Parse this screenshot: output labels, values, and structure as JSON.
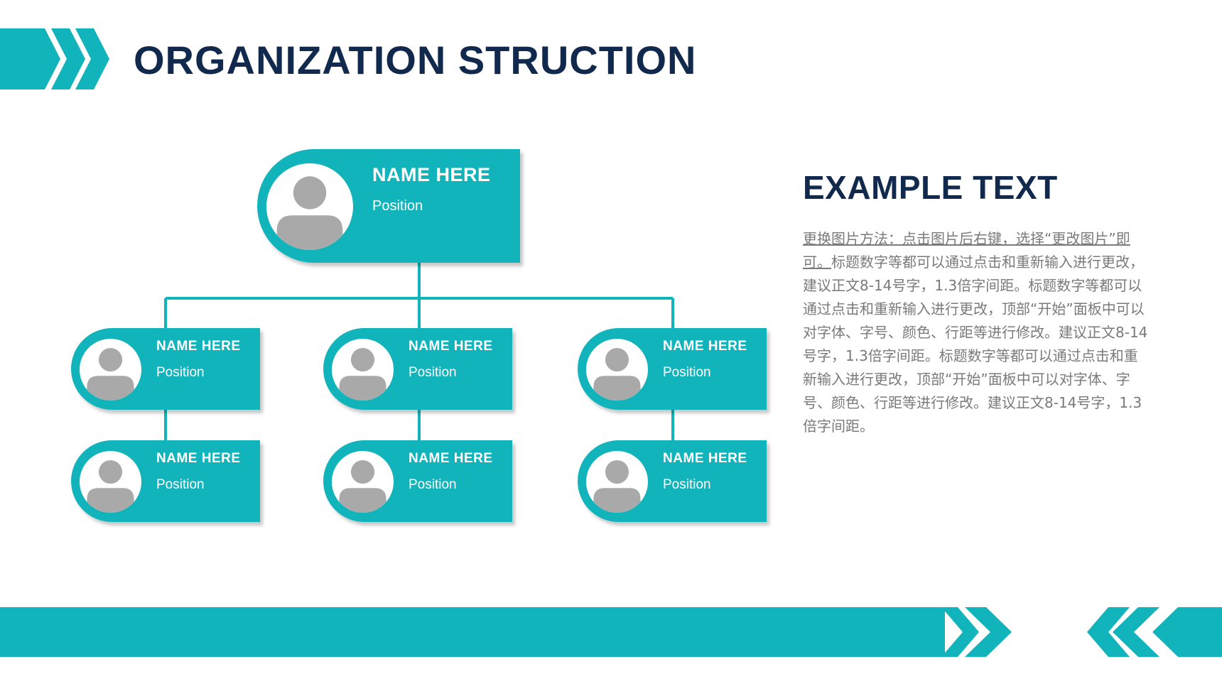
{
  "title": "ORGANIZATION STRUCTION",
  "colors": {
    "accent": "#12b4bc",
    "title": "#12294e",
    "body_text": "#7a7a7a",
    "avatar": "#a9a9a9"
  },
  "org": {
    "top": {
      "name": "NAME HERE",
      "position": "Position"
    },
    "columns": [
      {
        "upper": {
          "name": "NAME HERE",
          "position": "Position"
        },
        "lower": {
          "name": "NAME HERE",
          "position": "Position"
        }
      },
      {
        "upper": {
          "name": "NAME HERE",
          "position": "Position"
        },
        "lower": {
          "name": "NAME HERE",
          "position": "Position"
        }
      },
      {
        "upper": {
          "name": "NAME HERE",
          "position": "Position"
        },
        "lower": {
          "name": "NAME HERE",
          "position": "Position"
        }
      }
    ]
  },
  "example": {
    "title": "EXAMPLE TEXT",
    "body_link": "更换图片方法：点击图片后右键，选择“更改图片”即可。",
    "body_rest": "标题数字等都可以通过点击和重新输入进行更改，建议正文8-14号字，1.3倍字间距。标题数字等都可以通过点击和重新输入进行更改，顶部“开始”面板中可以对字体、字号、颜色、行距等进行修改。建议正文8-14号字，1.3倍字间距。标题数字等都可以通过点击和重新输入进行更改，顶部“开始”面板中可以对字体、字号、颜色、行距等进行修改。建议正文8-14号字，1.3倍字间距。"
  },
  "icons": {
    "person": "person-icon",
    "chevrons": "chevron-right-icon"
  }
}
